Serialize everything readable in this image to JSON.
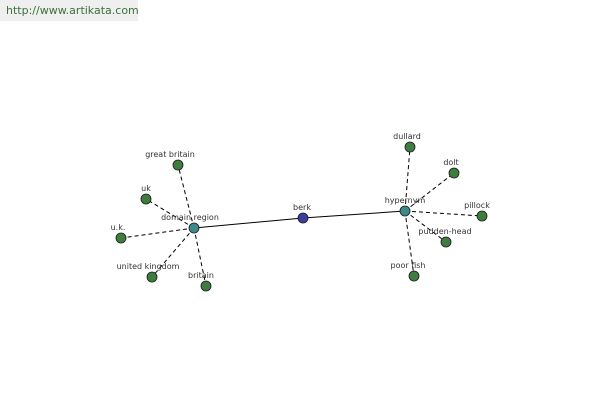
{
  "watermark": {
    "url_text": "http://www.artikata.com"
  },
  "colors": {
    "center": "#3a3f9a",
    "hub": "#3c8a8a",
    "leaf": "#3f7d3f"
  },
  "graph": {
    "nodes": [
      {
        "id": "berk",
        "label": "berk",
        "kind": "center"
      },
      {
        "id": "domain-region",
        "label": "domain region",
        "kind": "hub"
      },
      {
        "id": "hypernym",
        "label": "hypernym",
        "kind": "hub"
      },
      {
        "id": "great-britain",
        "label": "great britain",
        "kind": "leaf"
      },
      {
        "id": "uk",
        "label": "uk",
        "kind": "leaf"
      },
      {
        "id": "u-k",
        "label": "u.k.",
        "kind": "leaf"
      },
      {
        "id": "united-kingdom",
        "label": "united kingdom",
        "kind": "leaf"
      },
      {
        "id": "britain",
        "label": "britain",
        "kind": "leaf"
      },
      {
        "id": "dullard",
        "label": "dullard",
        "kind": "leaf"
      },
      {
        "id": "dolt",
        "label": "dolt",
        "kind": "leaf"
      },
      {
        "id": "pillock",
        "label": "pillock",
        "kind": "leaf"
      },
      {
        "id": "pudden-head",
        "label": "pudden-head",
        "kind": "leaf"
      },
      {
        "id": "poor-fish",
        "label": "poor fish",
        "kind": "leaf"
      }
    ],
    "edges": [
      {
        "from": "berk",
        "to": "domain-region",
        "style": "solid"
      },
      {
        "from": "berk",
        "to": "hypernym",
        "style": "solid"
      },
      {
        "from": "domain-region",
        "to": "great-britain",
        "style": "dashed"
      },
      {
        "from": "domain-region",
        "to": "uk",
        "style": "dashed"
      },
      {
        "from": "domain-region",
        "to": "u-k",
        "style": "dashed"
      },
      {
        "from": "domain-region",
        "to": "united-kingdom",
        "style": "dashed"
      },
      {
        "from": "domain-region",
        "to": "britain",
        "style": "dashed"
      },
      {
        "from": "hypernym",
        "to": "dullard",
        "style": "dashed"
      },
      {
        "from": "hypernym",
        "to": "dolt",
        "style": "dashed"
      },
      {
        "from": "hypernym",
        "to": "pillock",
        "style": "dashed"
      },
      {
        "from": "hypernym",
        "to": "pudden-head",
        "style": "dashed"
      },
      {
        "from": "hypernym",
        "to": "poor-fish",
        "style": "dashed"
      }
    ]
  }
}
